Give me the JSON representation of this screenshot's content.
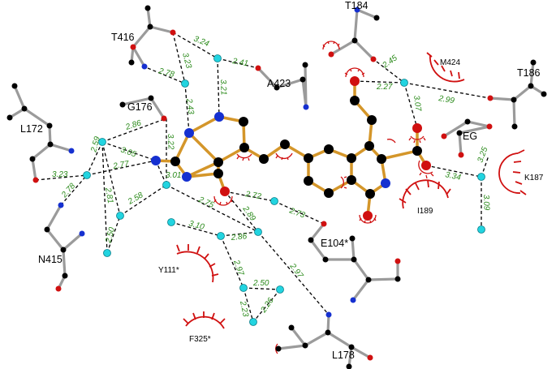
{
  "colors": {
    "ligand_bond": "#d4962a",
    "residue_bond": "#9b9b9b",
    "carbon": "#000000",
    "nitrogen": "#1530d0",
    "oxygen": "#d01010",
    "water": "#22d4e0",
    "hbond": "#000000",
    "distance_text": "#2a8a1a",
    "hydrophobic_arc": "#d01010"
  },
  "residue_labels": {
    "t416": "T416",
    "t184": "T184",
    "t186": "T186",
    "a423": "A423",
    "m424": "M424",
    "g176": "G176",
    "l172": "L172",
    "eg": "EG",
    "k187": "K187",
    "i189": "I189",
    "e104": "E104*",
    "n415": "N415",
    "y111": "Y111*",
    "f325": "F325*",
    "l178": "L178"
  },
  "distances": {
    "d324": "3.24",
    "d323a": "3.23",
    "d278a": "2.78",
    "d241": "2.41",
    "d243": "2.43",
    "d321": "3.21",
    "d245": "2.45",
    "d227": "2.27",
    "d307": "3.07",
    "d299": "2.99",
    "d286a": "2.86",
    "d259": "2.59",
    "d305": "3.05",
    "d322": "3.22",
    "d277": "2.77",
    "d323b": "3.23",
    "d278b": "2.78",
    "d281": "2.81",
    "d301": "3.01",
    "d258": "2.58",
    "d250a": "2.50",
    "d272": "2.72",
    "d273": "2.73",
    "d275": "2.75",
    "d289": "2.89",
    "d310": "3.10",
    "d286b": "2.86",
    "d297a": "2.97",
    "d297b": "2.97",
    "d250b": "2.50",
    "d223": "2.23",
    "d226": "2.26",
    "d325": "3.25",
    "d334": "3.34",
    "d309": "3.09"
  }
}
